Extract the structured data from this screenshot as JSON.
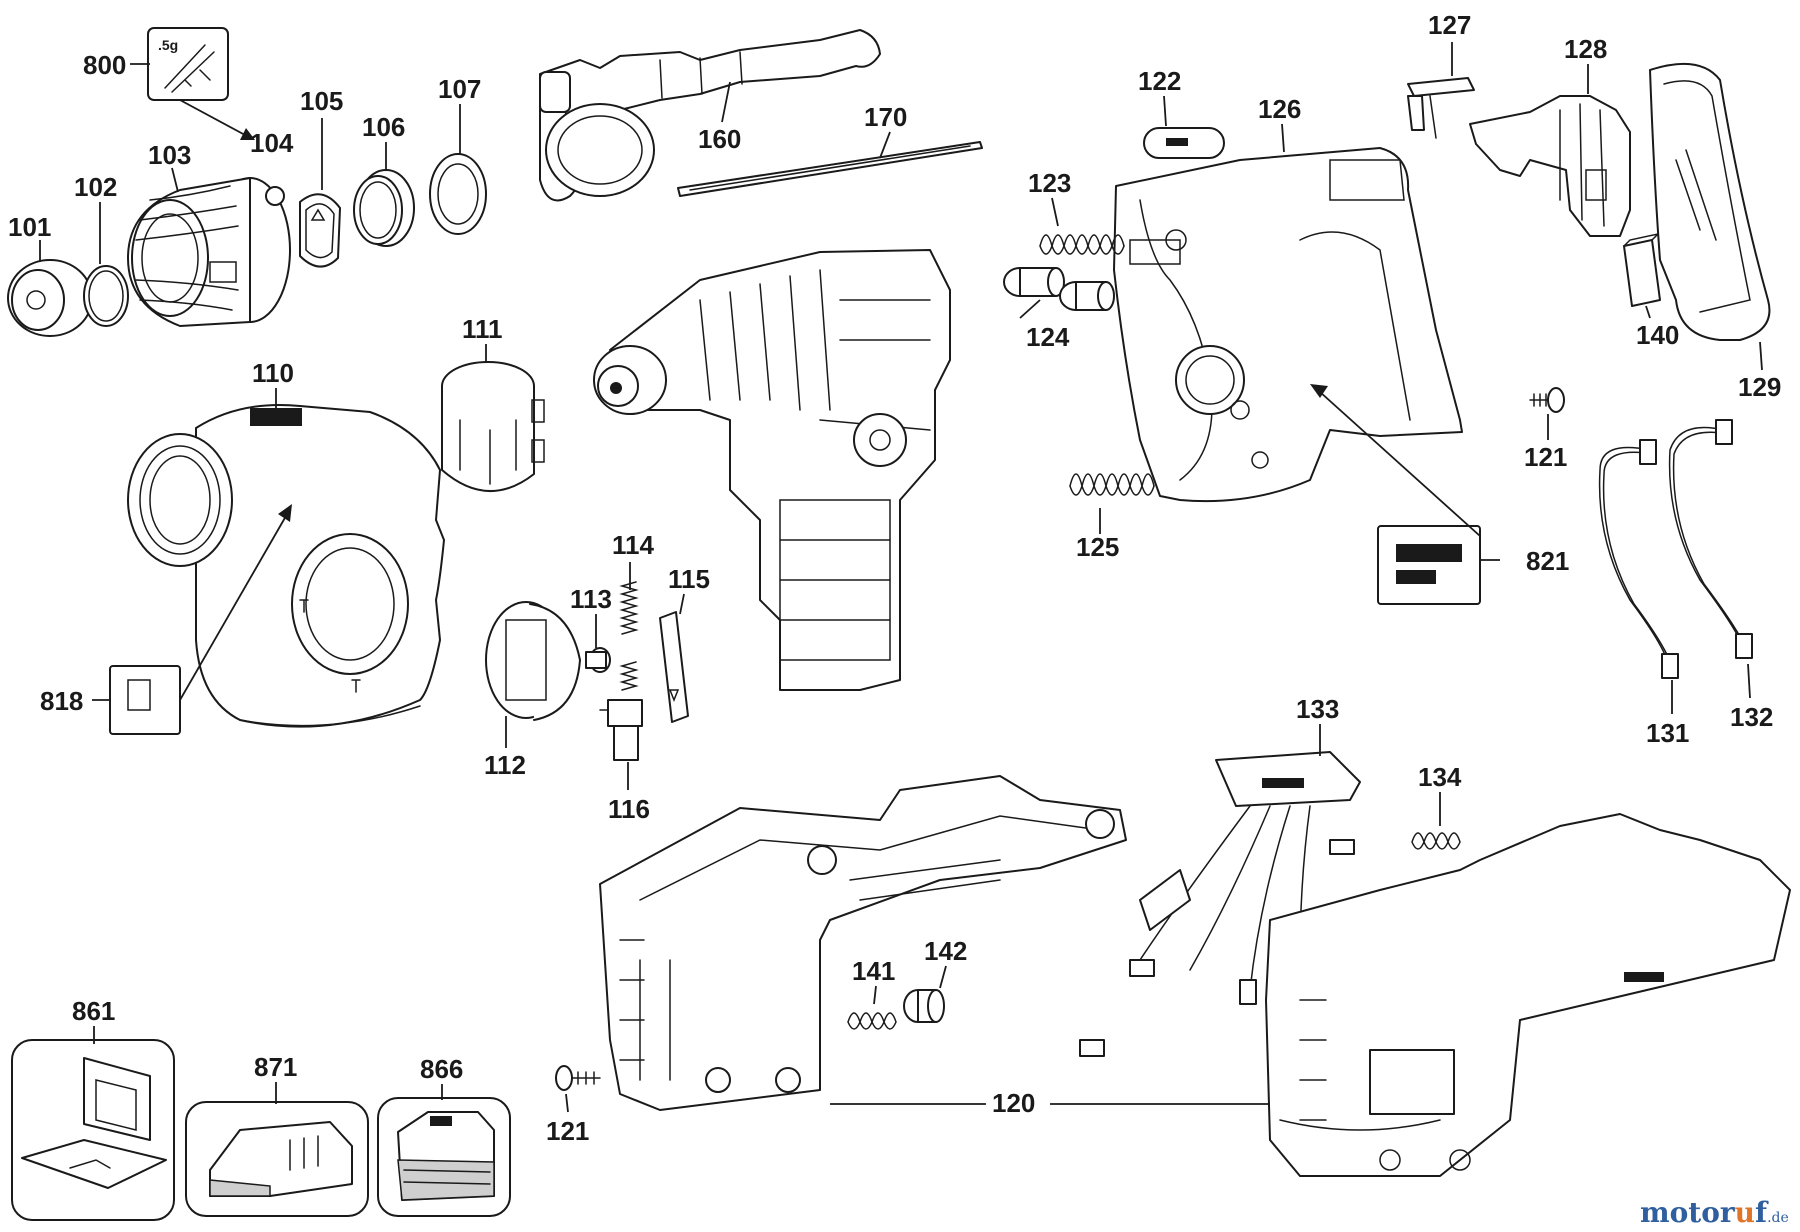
{
  "diagram": {
    "part_numbers": {
      "p800": "800",
      "p101": "101",
      "p102": "102",
      "p103": "103",
      "p104": "104",
      "p105": "105",
      "p106": "106",
      "p107": "107",
      "p160": "160",
      "p170": "170",
      "p110": "110",
      "p111": "111",
      "p818": "818",
      "p112": "112",
      "p113": "113",
      "p114": "114",
      "p115": "115",
      "p116": "116",
      "p122": "122",
      "p126": "126",
      "p123": "123",
      "p124": "124",
      "p125": "125",
      "p127": "127",
      "p128": "128",
      "p129": "129",
      "p140": "140",
      "p121a": "121",
      "p821": "821",
      "p131": "131",
      "p132": "132",
      "p133": "133",
      "p134": "134",
      "p141": "141",
      "p142": "142",
      "p120": "120",
      "p121b": "121",
      "p861": "861",
      "p871": "871",
      "p866": "866"
    },
    "lubricant_note": ".5g"
  },
  "watermark": {
    "brand_start": "motor",
    "brand_o": "u",
    "brand_end": "f",
    "tld": ".de"
  }
}
